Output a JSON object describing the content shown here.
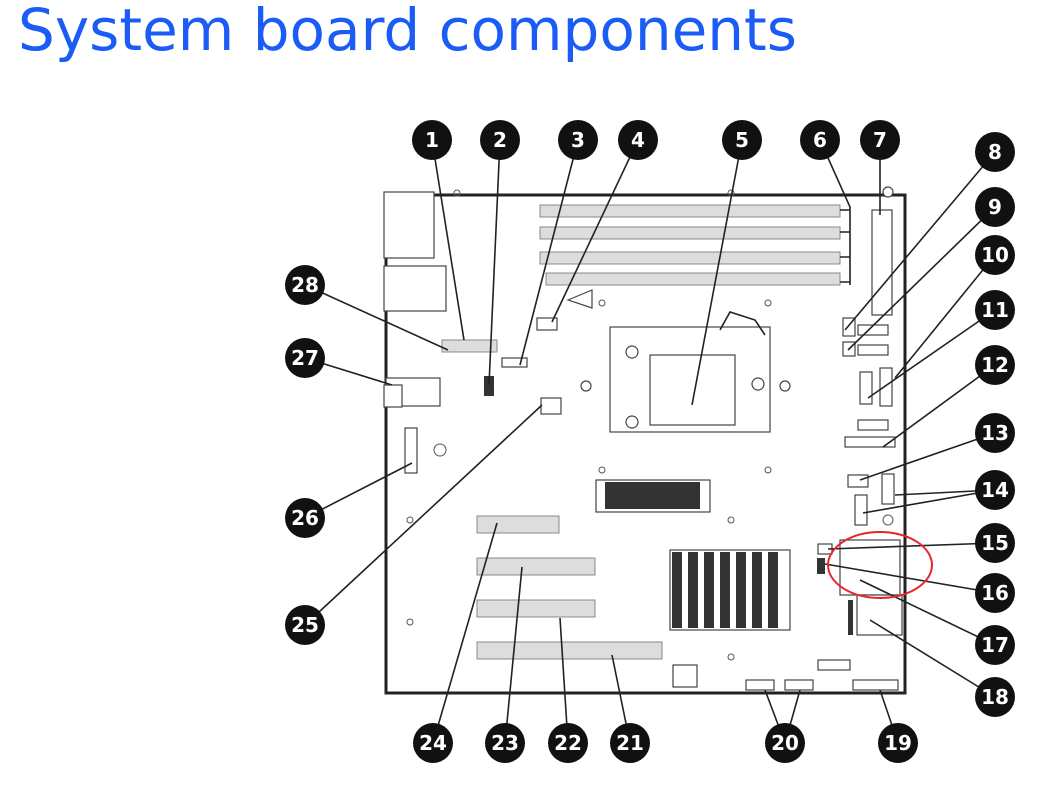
{
  "title": "System board components",
  "highlight_color": "#e8262a",
  "title_color": "#1a5cf5",
  "callouts": [
    "1",
    "2",
    "3",
    "4",
    "5",
    "6",
    "7",
    "8",
    "9",
    "10",
    "11",
    "12",
    "13",
    "14",
    "15",
    "16",
    "17",
    "18",
    "19",
    "20",
    "21",
    "22",
    "23",
    "24",
    "25",
    "26",
    "27",
    "28"
  ]
}
